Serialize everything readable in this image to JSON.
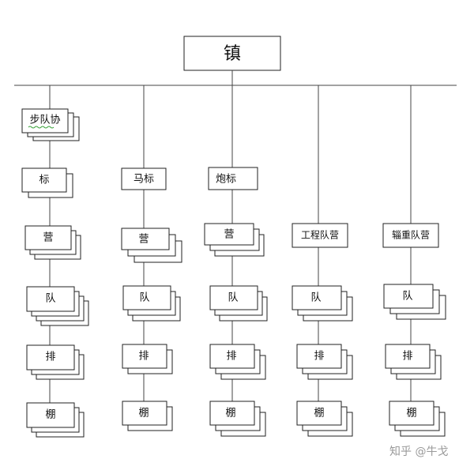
{
  "top": "镇",
  "columns": [
    {
      "head": "步队协",
      "levels": [
        "标",
        "营",
        "队",
        "排",
        "棚"
      ]
    },
    {
      "head": "马标",
      "levels": [
        "营",
        "队",
        "排",
        "棚"
      ]
    },
    {
      "head": "炮标",
      "levels": [
        "营",
        "队",
        "排",
        "棚"
      ]
    },
    {
      "head": "工程队营",
      "levels": [
        "队",
        "排",
        "棚"
      ]
    },
    {
      "head": "辎重队营",
      "levels": [
        "队",
        "排",
        "棚"
      ]
    }
  ],
  "watermark": "知乎 @牛戈"
}
